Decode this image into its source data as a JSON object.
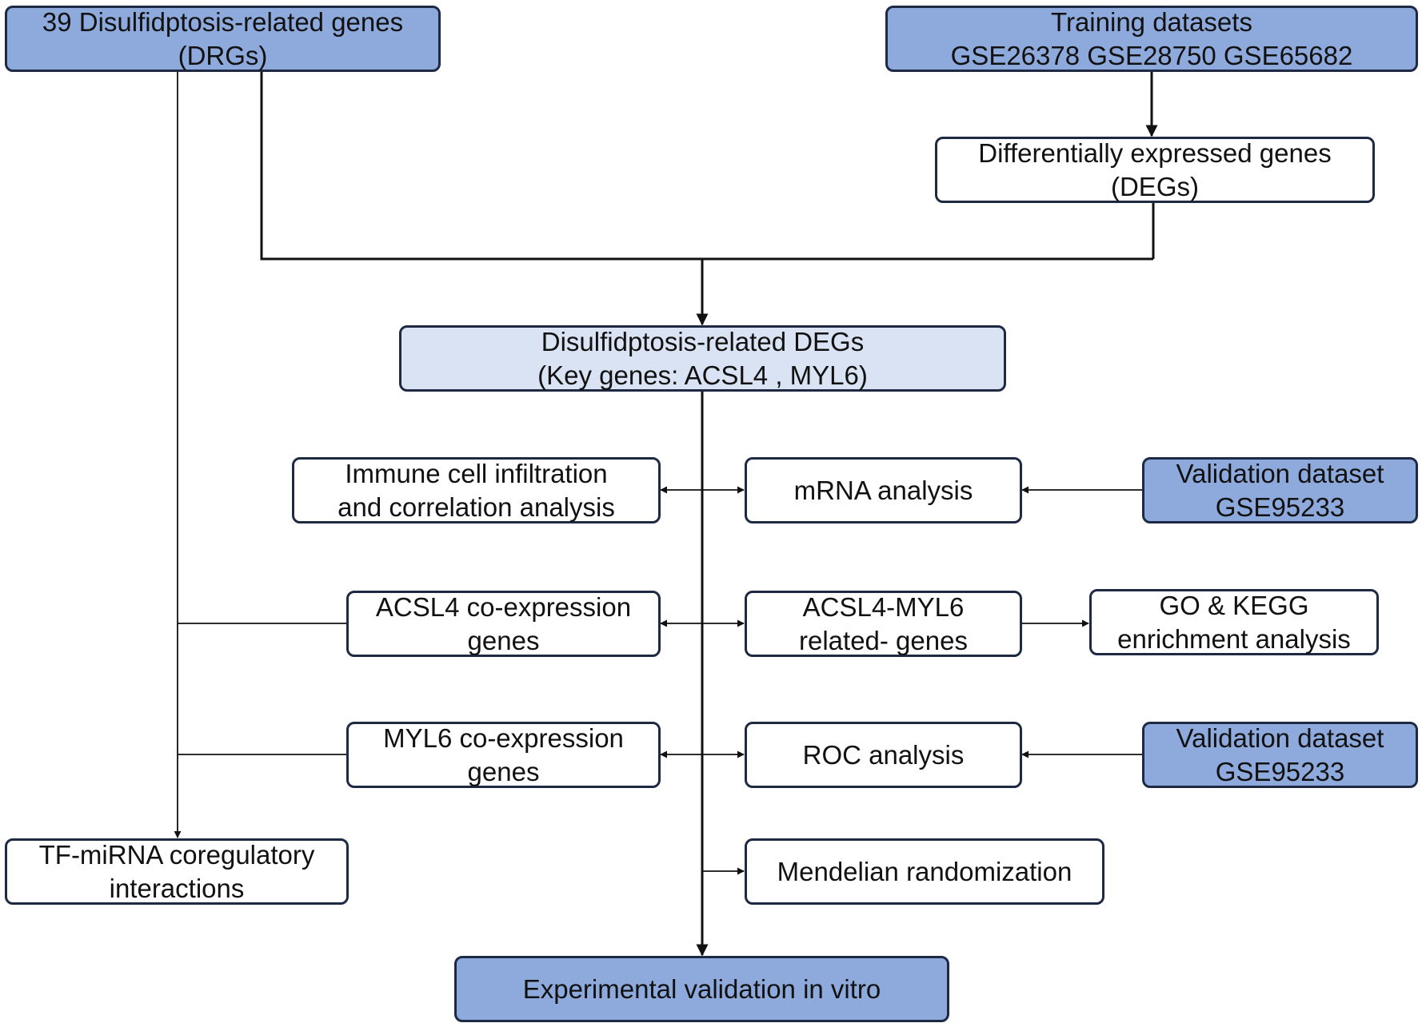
{
  "nodes": {
    "drgs": {
      "line1": "39 Disulfidptosis-related genes",
      "line2": "(DRGs)"
    },
    "training": {
      "line1": "Training datasets",
      "line2": "GSE26378 GSE28750 GSE65682"
    },
    "degs": {
      "line1": "Differentially expressed genes",
      "line2": "(DEGs)"
    },
    "key_degs": {
      "line1": "Disulfidptosis-related DEGs",
      "line2": "(Key genes: ACSL4 , MYL6)"
    },
    "immune": {
      "line1": "Immune cell infiltration",
      "line2": "and correlation analysis"
    },
    "mrna": {
      "line1": "mRNA analysis"
    },
    "validation1": {
      "line1": "Validation dataset",
      "line2": "GSE95233"
    },
    "acsl4_coexp": {
      "line1": "ACSL4 co-expression",
      "line2": "genes"
    },
    "acsl4_myl6": {
      "line1": "ACSL4-MYL6",
      "line2": "related- genes"
    },
    "go_kegg": {
      "line1": "GO & KEGG",
      "line2": "enrichment analysis"
    },
    "myl6_coexp": {
      "line1": "MYL6 co-expression",
      "line2": "genes"
    },
    "roc": {
      "line1": "ROC analysis"
    },
    "validation2": {
      "line1": "Validation dataset",
      "line2": "GSE95233"
    },
    "tf_mirna": {
      "line1": "TF-miRNA coregulatory",
      "line2": "interactions"
    },
    "mendelian": {
      "line1": "Mendelian randomization"
    },
    "experimental": {
      "line1": "Experimental validation in vitro"
    }
  },
  "colors": {
    "dark_fill": "#8eaadc",
    "light_fill": "#dae3f3",
    "border": "#1e2a44",
    "line": "#111111"
  }
}
